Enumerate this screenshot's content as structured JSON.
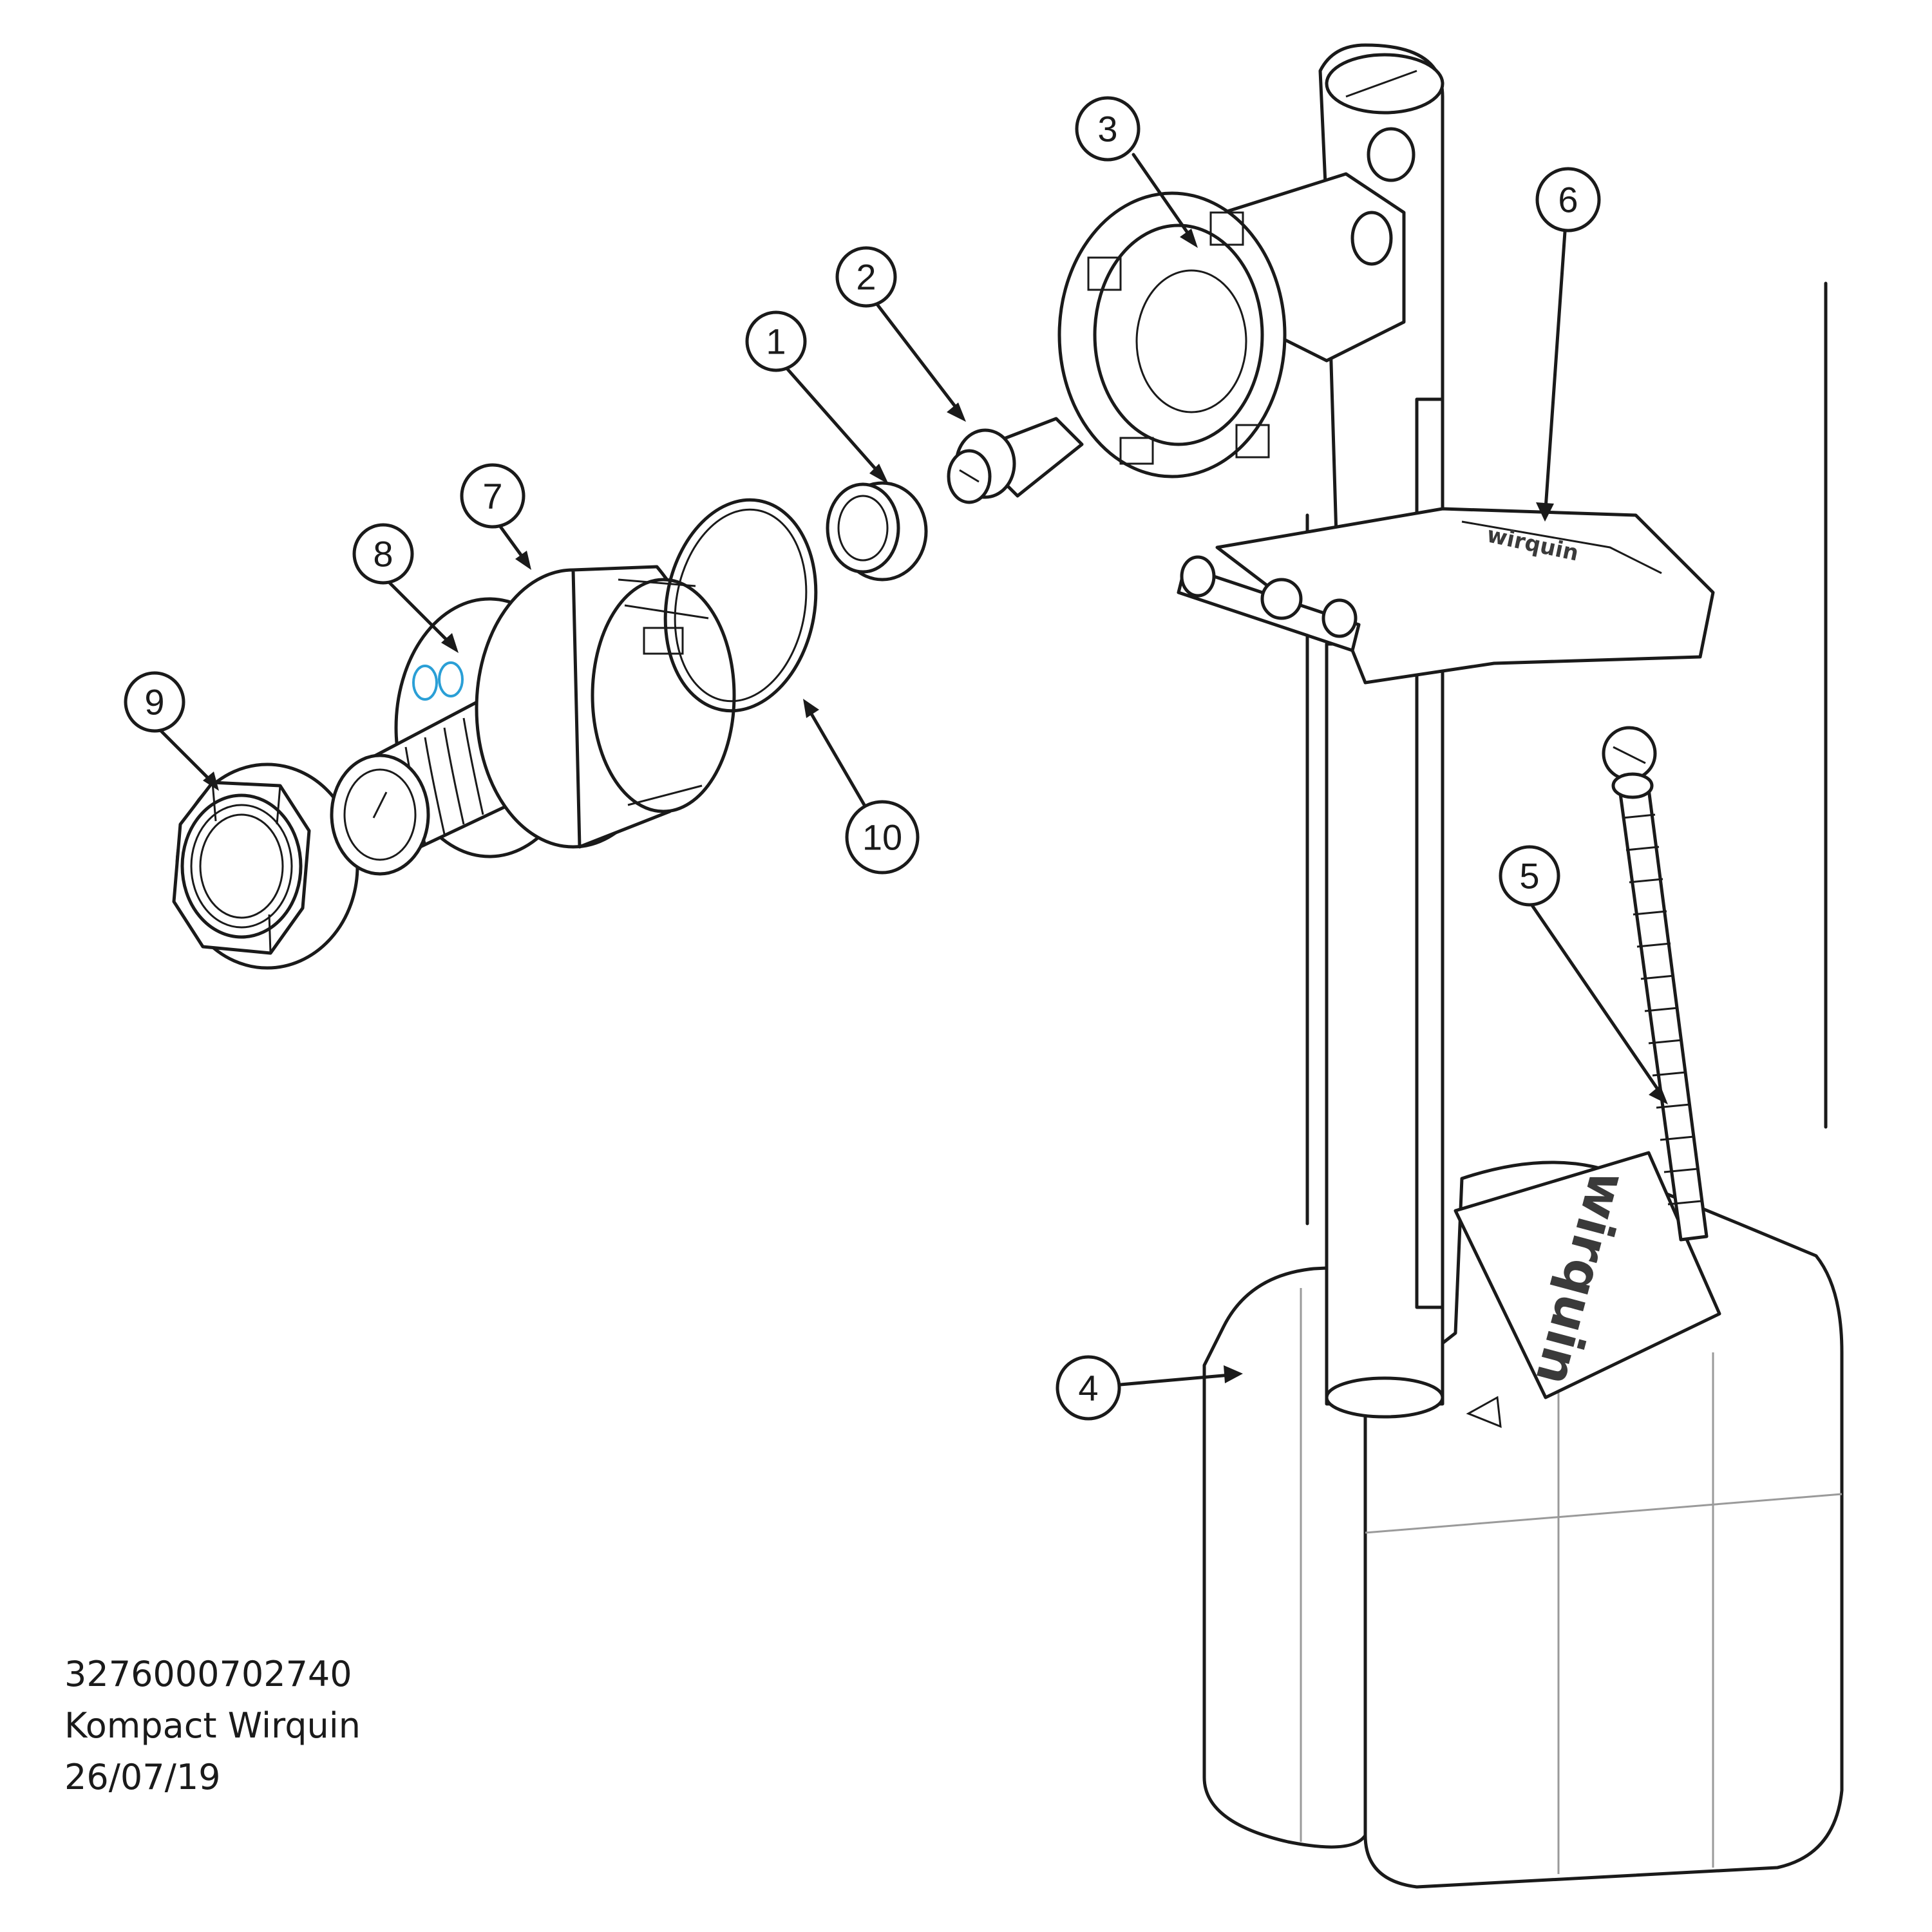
{
  "callouts": [
    {
      "id": "1",
      "label": "1"
    },
    {
      "id": "2",
      "label": "2"
    },
    {
      "id": "3",
      "label": "3"
    },
    {
      "id": "4",
      "label": "4"
    },
    {
      "id": "5",
      "label": "5"
    },
    {
      "id": "6",
      "label": "6"
    },
    {
      "id": "7",
      "label": "7"
    },
    {
      "id": "8",
      "label": "8"
    },
    {
      "id": "9",
      "label": "9"
    },
    {
      "id": "10",
      "label": "10"
    }
  ],
  "info": {
    "code": "3276000702740",
    "product": "Kompact Wirquin",
    "date": "26/07/19"
  },
  "logo": "wirquin",
  "colors": {
    "line": "#1a1a1a",
    "ghost_line": "#9a9a9a",
    "washer_mark": "#2a9fd6"
  }
}
